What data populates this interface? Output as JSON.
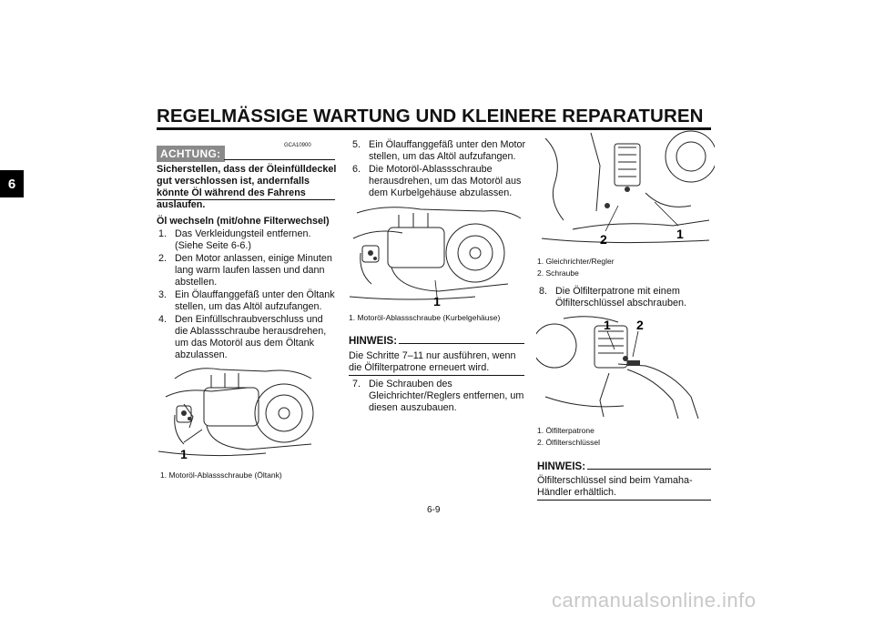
{
  "page": {
    "title": "REGELMÄSSIGE WARTUNG UND KLEINERE REPARATUREN",
    "chapter_tab": "6",
    "page_number": "6-9",
    "watermark": "carmanualsonline.info"
  },
  "col1": {
    "code": "GCA10900",
    "achtung_label": "ACHTUNG:",
    "warning_text": "Sicherstellen, dass der Öleinfülldeckel gut verschlossen ist, andernfalls könnte Öl während des Fahrens auslaufen.",
    "sub_heading": "Öl wechseln (mit/ohne Filterwechsel)",
    "steps": [
      {
        "num": "1.",
        "text": "Das Verkleidungsteil entfernen. (Siehe Seite 6-6.)"
      },
      {
        "num": "2.",
        "text": "Den Motor anlassen, einige Minuten lang warm laufen lassen und dann abstellen."
      },
      {
        "num": "3.",
        "text": "Ein Ölauffanggefäß unter den Öltank stellen, um das Altöl aufzufangen."
      },
      {
        "num": "4.",
        "text": "Den Einfüllschraubverschluss und die Ablassschraube herausdrehen, um das Motoröl aus dem Öltank abzulassen."
      }
    ],
    "figure_callout": "1",
    "figure_caption": "1. Motoröl-Ablassschraube (Öltank)"
  },
  "col2": {
    "steps": [
      {
        "num": "5.",
        "text": "Ein Ölauffanggefäß unter den Motor stellen, um das Altöl aufzufangen."
      },
      {
        "num": "6.",
        "text": "Die Motoröl-Ablassschraube herausdrehen, um das Motoröl aus dem Kurbelgehäuse abzulassen."
      }
    ],
    "figure_callout": "1",
    "figure_caption": "1. Motoröl-Ablassschraube (Kurbelgehäuse)",
    "hinweis_label": "HINWEIS:",
    "hinweis_text": "Die Schritte 7–11 nur ausführen, wenn die Ölfilterpatrone erneuert wird.",
    "steps_after": [
      {
        "num": "7.",
        "text": "Die Schrauben des Gleichrichter/Reglers entfernen, um diesen auszubauen."
      }
    ]
  },
  "col3": {
    "fig1_callouts": [
      "2",
      "1"
    ],
    "fig1_captions": [
      "1. Gleichrichter/Regler",
      "2. Schraube"
    ],
    "steps": [
      {
        "num": "8.",
        "text": "Die Ölfilterpatrone mit einem Ölfilterschlüssel abschrauben."
      }
    ],
    "fig2_callouts": [
      "1",
      "2"
    ],
    "fig2_captions": [
      "1. Ölfilterpatrone",
      "2. Ölfilterschlüssel"
    ],
    "hinweis_label": "HINWEIS:",
    "hinweis_text": "Ölfilterschlüssel sind beim Yamaha-Händler erhältlich."
  }
}
